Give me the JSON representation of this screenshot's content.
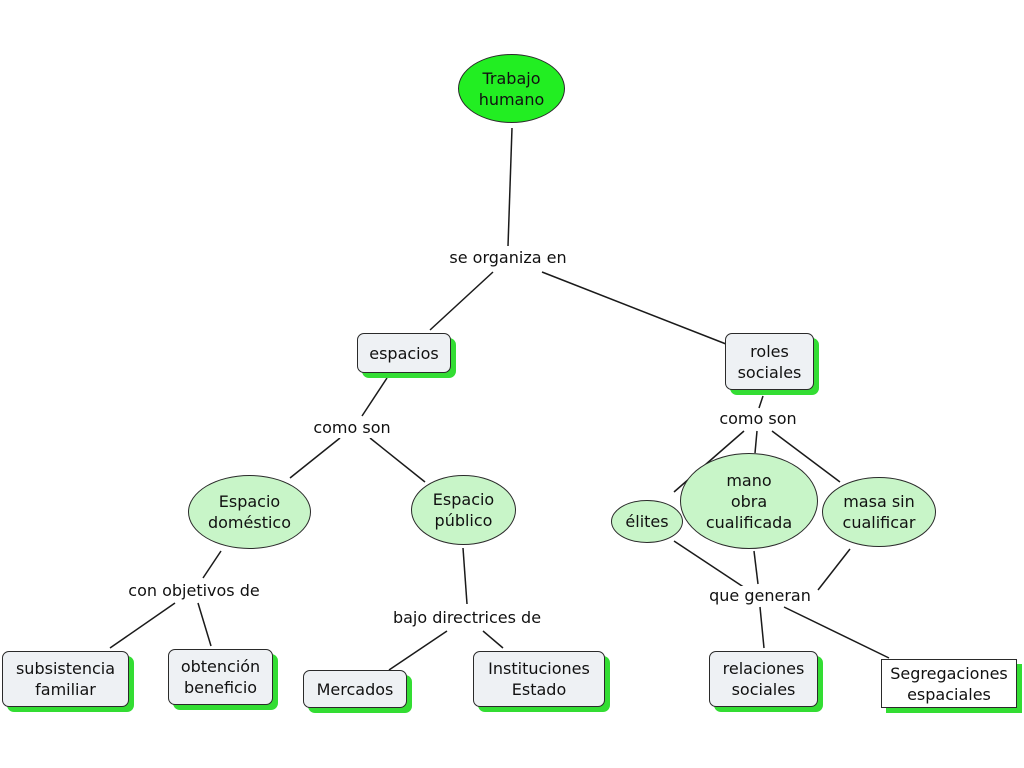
{
  "concept_map": {
    "nodes": {
      "trabajo_humano": "Trabajo\nhumano",
      "espacios": "espacios",
      "roles_sociales": "roles\nsociales",
      "espacio_domestico": "Espacio\ndoméstico",
      "espacio_publico": "Espacio\npúblico",
      "elites": "élites",
      "mano_obra": "mano\nobra\ncualificada",
      "masa_sin": "masa sin\ncualificar",
      "subsistencia": "subsistencia\nfamiliar",
      "obtencion": "obtención\nbeneficio",
      "mercados": "Mercados",
      "instituciones": "Instituciones\nEstado",
      "relaciones": "relaciones\nsociales",
      "segregaciones": "Segregaciones\nespaciales"
    },
    "link_phrases": {
      "se_organiza_en": "se organiza en",
      "como_son_left": "como son",
      "como_son_right": "como son",
      "con_objetivos_de": "con objetivos de",
      "bajo_directrices_de": "bajo directrices de",
      "que_generan": "que generan"
    },
    "colors": {
      "root_fill": "#22ee22",
      "ellipse_fill": "#c8f5c8",
      "box_fill": "#eef1f4",
      "shadow": "#33dd33"
    }
  }
}
